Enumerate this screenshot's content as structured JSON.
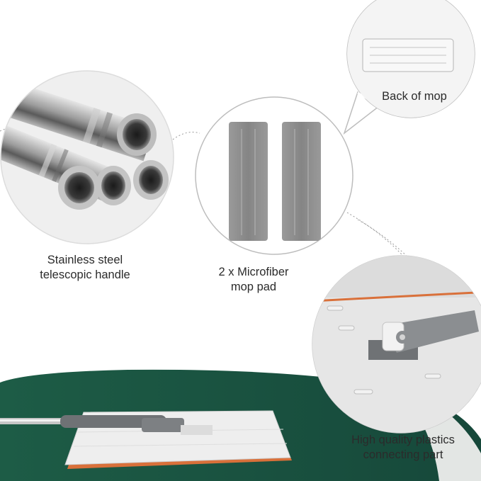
{
  "callouts": {
    "handle": {
      "line1": "Stainless steel",
      "line2": "telescopic handle"
    },
    "pads": {
      "line1": "2 x Microfiber",
      "line2": "mop pad"
    },
    "back": {
      "text": "Back of mop"
    },
    "connector": {
      "line1": "High quality plastics",
      "line2": "connecting part"
    }
  },
  "colors": {
    "background": "#ffffff",
    "floor": "#1e5a45",
    "floor_light": "#d7ddd8",
    "steel": "#9a9a9a",
    "pad": "#8e8e8e",
    "mop_base": "#e9e9e9",
    "accent_orange": "#d9703a",
    "handle_gray": "#6f7275",
    "label_text": "#2b2b2b"
  }
}
